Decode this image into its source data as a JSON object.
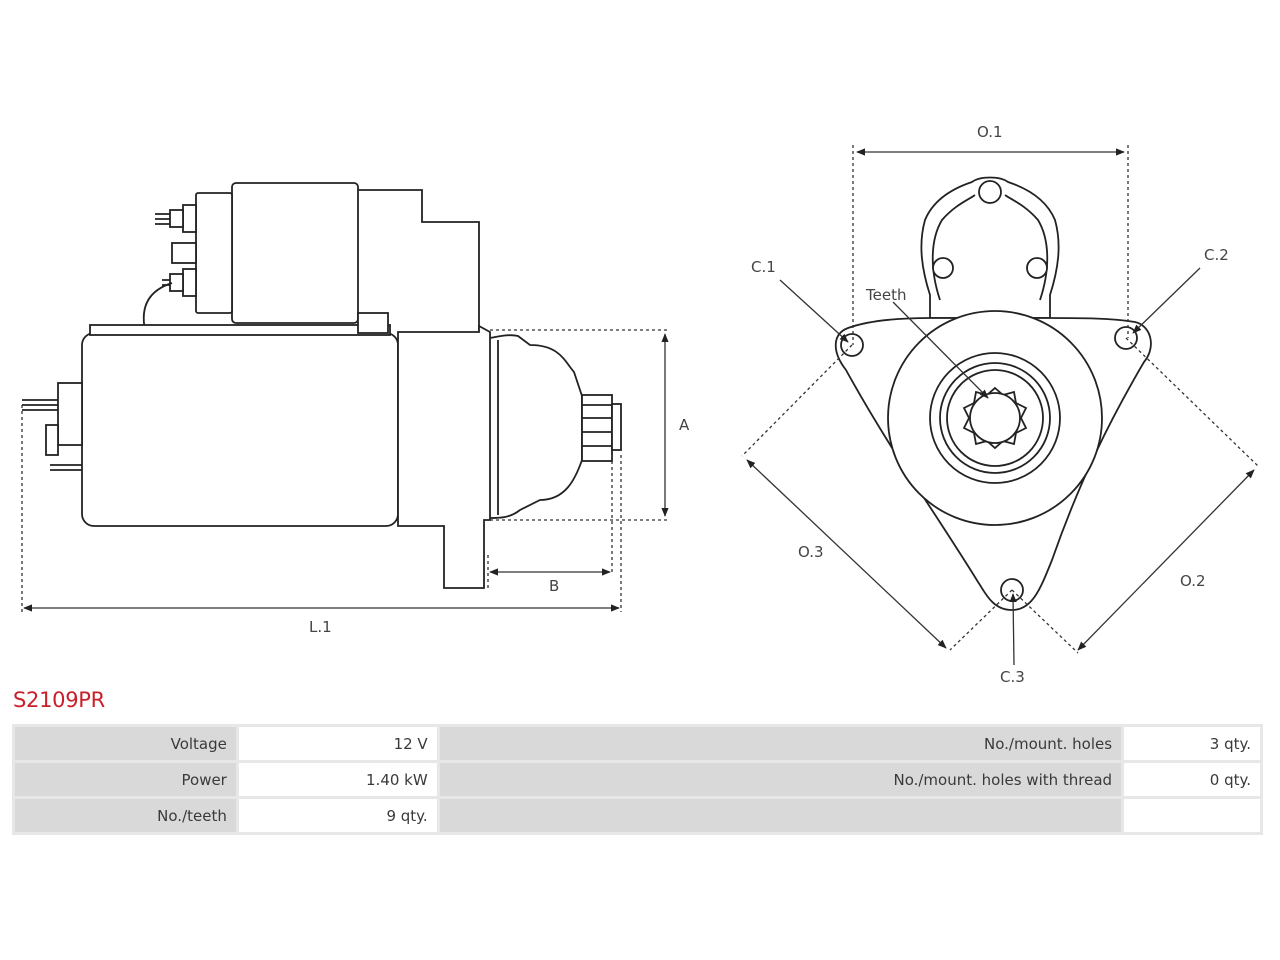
{
  "part_number": "S2109PR",
  "labels": {
    "A": "A",
    "B": "B",
    "L1": "L.1",
    "O1": "O.1",
    "O2": "O.2",
    "O3": "O.3",
    "C1": "C.1",
    "C2": "C.2",
    "C3": "C.3",
    "teeth": "Teeth"
  },
  "specs": [
    {
      "label1": "Voltage",
      "value1": "12 V",
      "label2": "No./mount. holes",
      "value2": "3 qty."
    },
    {
      "label1": "Power",
      "value1": "1.40 kW",
      "label2": "No./mount. holes with thread",
      "value2": "0 qty."
    },
    {
      "label1": "No./teeth",
      "value1": "9 qty.",
      "label2": "",
      "value2": ""
    }
  ]
}
